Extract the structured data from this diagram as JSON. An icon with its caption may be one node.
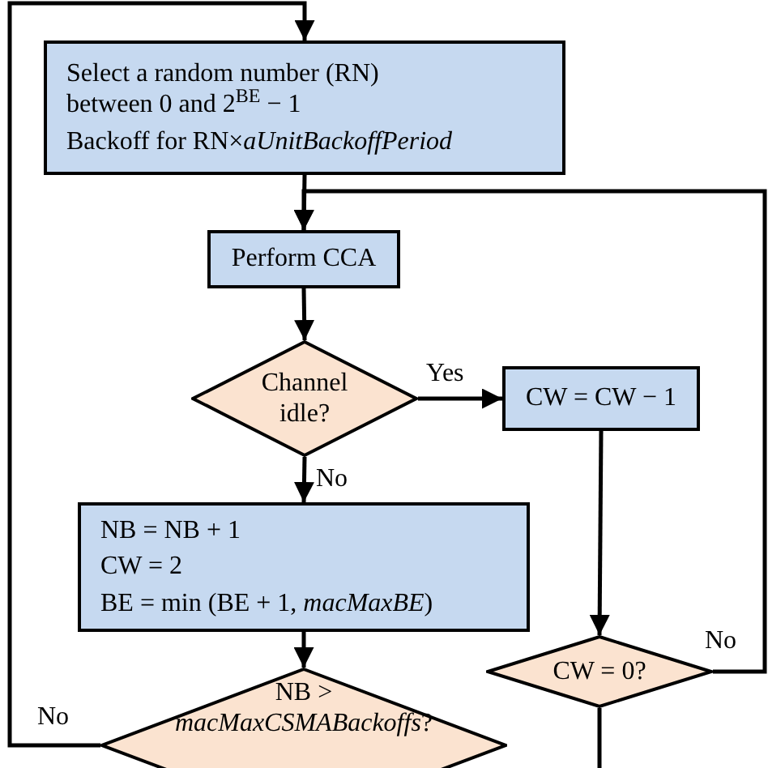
{
  "diagram": {
    "nodes": [
      {
        "text": [
          "Select a random number (RN) between 0 and 2$^{BE}$ − 1",
          "Backoff for RN×*aUnitBackoffPeriod*"
        ]
      },
      {
        "text": [
          "Perform CCA"
        ]
      },
      {
        "text": [
          "Channel idle?"
        ]
      },
      {
        "text": [
          "CW = CW − 1"
        ]
      },
      {
        "text": [
          "NB = NB + 1",
          "CW = 2",
          "BE = min (BE + 1, *macMaxBE*)"
        ]
      },
      {
        "text": [
          "NB > *macMaxCSMABackoffs*?"
        ]
      },
      {
        "text": [
          "CW = 0?"
        ]
      }
    ],
    "edges": [
      {
        "from": 5,
        "to": 0,
        "arrow": "to",
        "label": "No"
      },
      {
        "from": 0,
        "to": 1,
        "arrow": "to"
      },
      {
        "from": 1,
        "to": 2,
        "arrow": "to"
      },
      {
        "from": 2,
        "to": 3,
        "arrow": "to",
        "label": "Yes"
      },
      {
        "from": 2,
        "to": 4,
        "arrow": "to",
        "label": "No"
      },
      {
        "from": 3,
        "to": 6,
        "arrow": "to"
      },
      {
        "from": 6,
        "to": 1,
        "arrow": "to",
        "label": "No"
      },
      {
        "from": 4,
        "to": 5,
        "arrow": "to"
      },
      {
        "from": 6,
        "to": null,
        "arrow": "none"
      }
    ]
  }
}
